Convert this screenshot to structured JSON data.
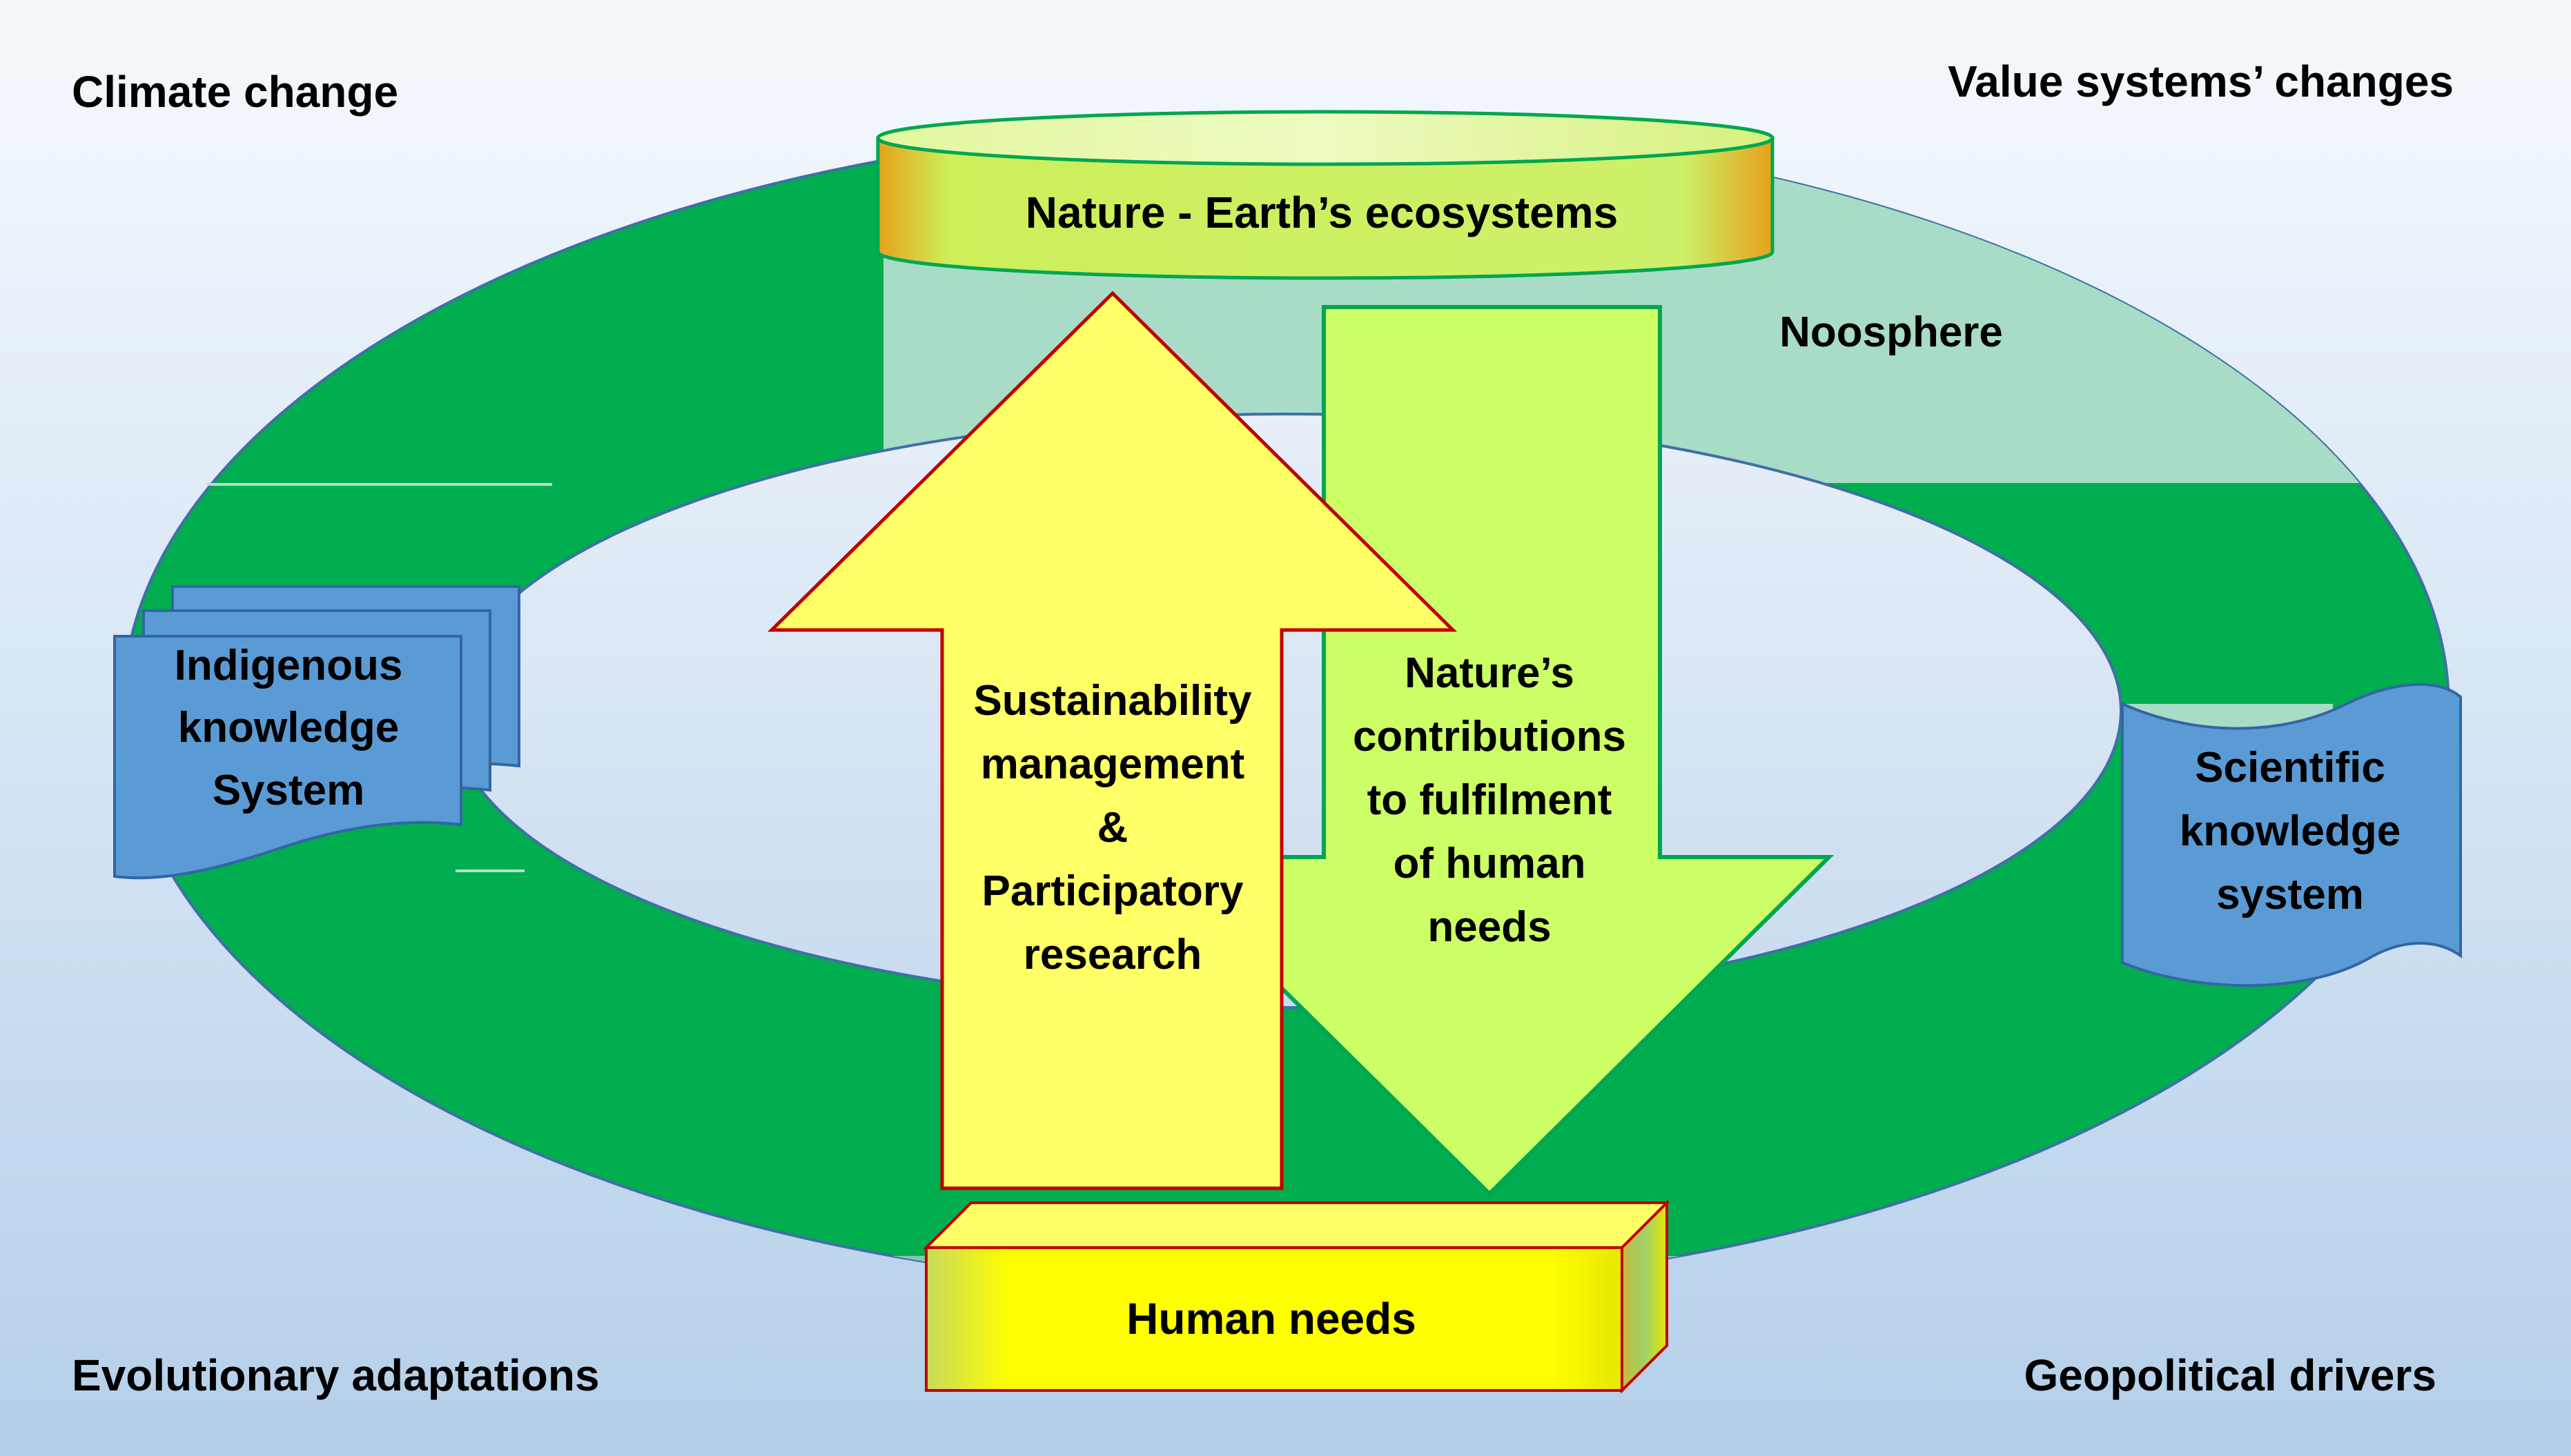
{
  "corners": {
    "top_left": "Climate change",
    "top_right": "Value systems’ changes",
    "bottom_left": "Evolutionary adaptations",
    "bottom_right": "Geopolitical drivers"
  },
  "ring": {
    "label": "Noosphere"
  },
  "nature_box": {
    "label": "Nature - Earth’s ecosystems"
  },
  "human_needs_box": {
    "label": "Human needs"
  },
  "up_arrow": {
    "lines": [
      "Sustainability",
      "management",
      "&",
      "Participatory",
      "research"
    ]
  },
  "down_arrow": {
    "lines": [
      "Nature’s",
      "contributions",
      "to fulfilment",
      "of human",
      "needs"
    ]
  },
  "indigenous_doc": {
    "lines": [
      "Indigenous",
      "knowledge",
      "System"
    ]
  },
  "scientific_doc": {
    "lines": [
      "Scientific",
      "knowledge",
      "system"
    ]
  },
  "colors": {
    "background_top": "#f4f8fc",
    "background_bottom": "#b7d1ea",
    "ring_green": "#00ad4f",
    "ring_edge": "#3f6fa6",
    "noosphere_band": "#a8dcc6",
    "inner_oval": "#d8e6f4",
    "up_arrow_fill": "#ffff66",
    "up_arrow_stroke": "#c00000",
    "down_arrow_fill": "#ccff66",
    "down_arrow_stroke": "#00a651",
    "doc_blue": "#5b9bd5",
    "doc_stroke": "#3465a4",
    "human_box_yellow": "#ffff00",
    "nature_cylinder": "#ccff66"
  }
}
